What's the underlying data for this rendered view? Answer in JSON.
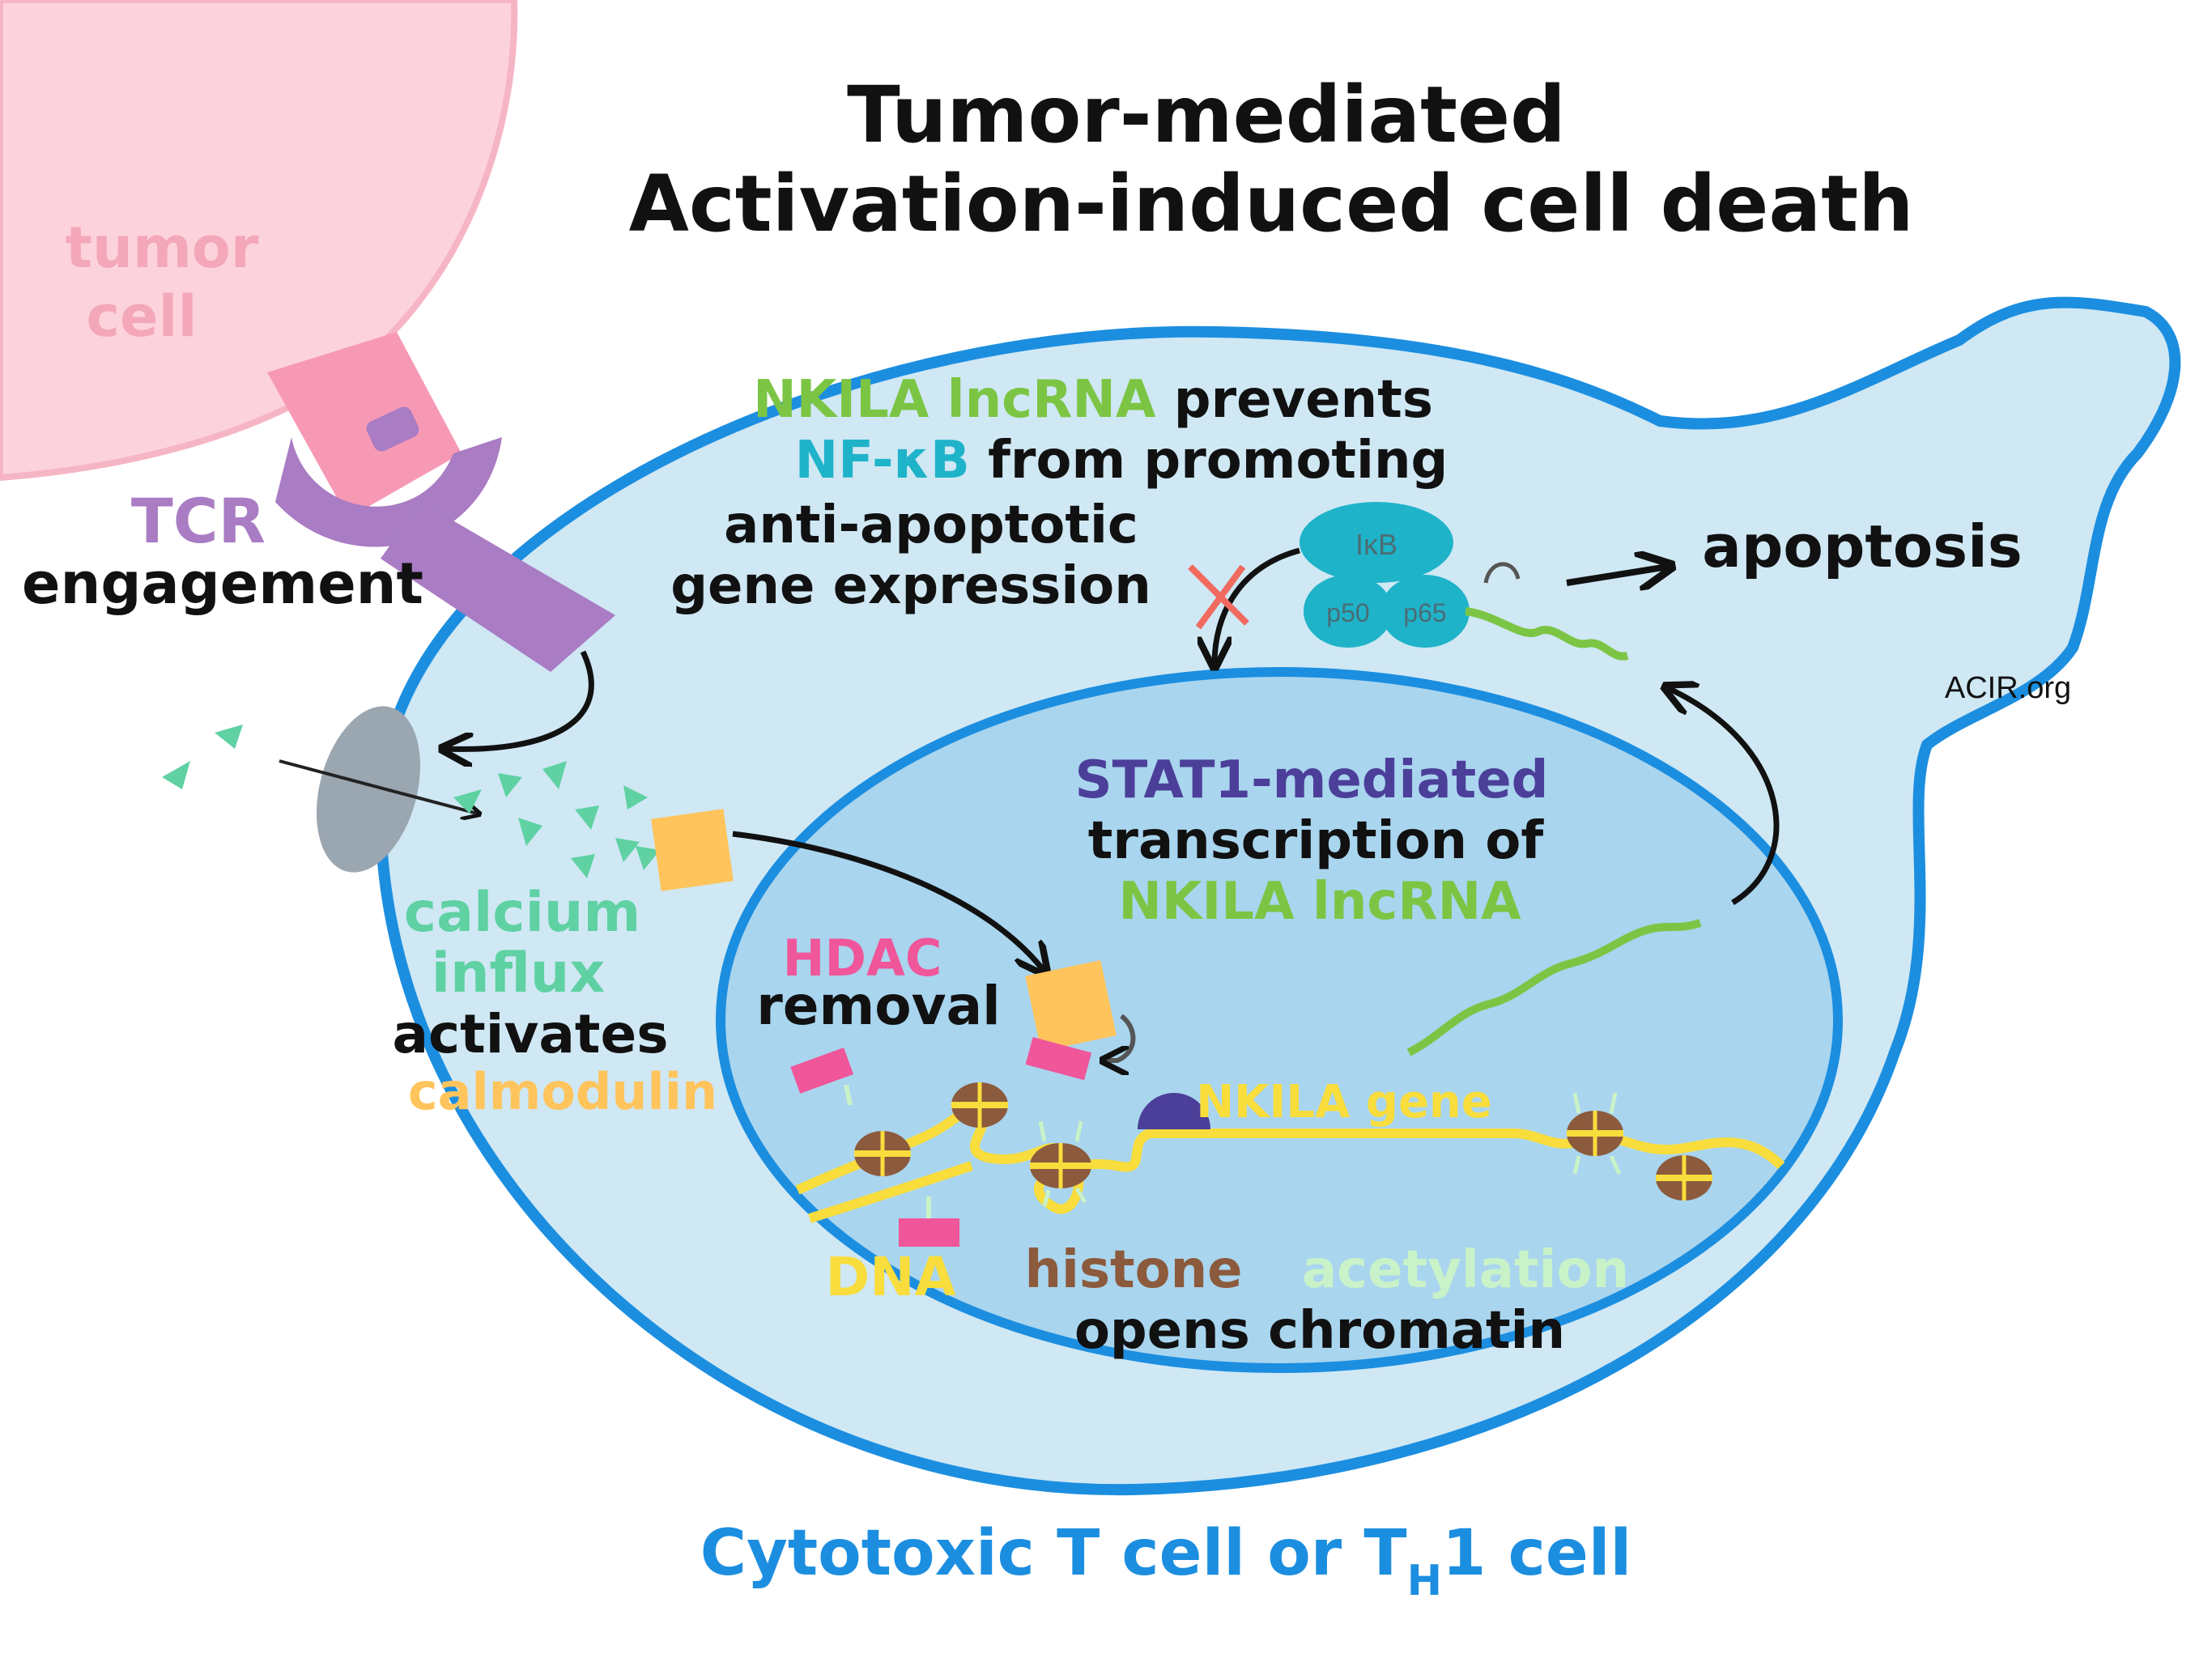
{
  "title": {
    "line1": "Tumor-mediated",
    "line2": "Activation-induced cell death"
  },
  "tumor_cell": {
    "line1": "tumor",
    "line2": "cell"
  },
  "tcr": {
    "line1": "TCR",
    "line2": "engagement"
  },
  "calcium": {
    "line1": "calcium",
    "line2": "influx",
    "line3": "activates",
    "line4": "calmodulin"
  },
  "nkila_prevents": {
    "part1": "NKILA lncRNA",
    "part2": " prevents",
    "part3": "NF-κB",
    "part4": " from promoting",
    "line3": "anti-apoptotic",
    "line4": "gene expression"
  },
  "complex": {
    "ikb": "IκB",
    "p50": "p50",
    "p65": "p65"
  },
  "apoptosis": "apoptosis",
  "watermark": "ACIR.org",
  "stat1": {
    "line1": "STAT1-mediated",
    "line2": "transcription of",
    "line3": "NKILA lncRNA"
  },
  "hdac": {
    "line1": "HDAC",
    "line2": "removal"
  },
  "gene_label": "NKILA gene",
  "dna_label": "DNA",
  "histone": {
    "part1": "histone",
    "part2": "acetylation",
    "line2": "opens chromatin"
  },
  "cell_caption": {
    "main": "Cytotoxic T cell or T",
    "sub": "H",
    "tail": "1 cell"
  },
  "colors": {
    "tumor_pink": "#fcd3dc",
    "tumor_text": "#f4a7b9",
    "tcr_purple": "#a97cc4",
    "cell_blue": "#1c8ee0",
    "cytoplasm": "#cfe8f4",
    "nucleus": "#a9d5ee",
    "green": "#7cc544",
    "teal": "#1fb3c9",
    "calcium_green": "#5fd1a3",
    "calmodulin_orange": "#ffc45c",
    "hdac_pink": "#f0569a",
    "stat1_purple": "#4b3f99",
    "dna_yellow": "#f8dd3c",
    "histone_brown": "#8c5a3c",
    "acetyl_mint": "#c9f2c8",
    "inhibit_red": "#f06a5f"
  }
}
